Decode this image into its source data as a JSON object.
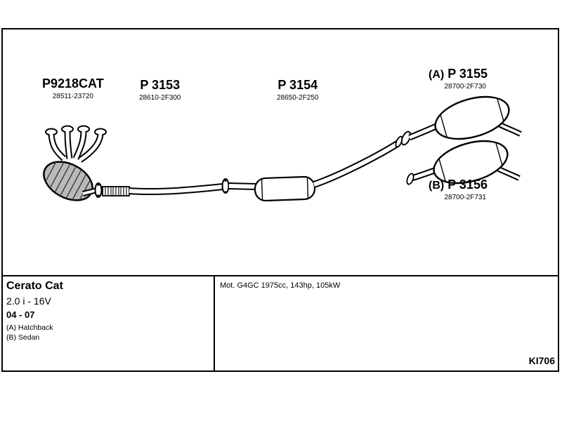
{
  "parts": {
    "cat": {
      "label": "P9218CAT",
      "code": "28511-23720"
    },
    "p3153": {
      "label": "P 3153",
      "code": "28610-2F300"
    },
    "p3154": {
      "label": "P 3154",
      "code": "28650-2F250"
    },
    "p3155": {
      "prefix": "(A)",
      "label": "P 3155",
      "code": "28700-2F730"
    },
    "p3156": {
      "prefix": "(B)",
      "label": "P 3156",
      "code": "28700-2F731"
    }
  },
  "info": {
    "model": "Cerato Cat",
    "engine": "2.0 i - 16V",
    "years": "04 - 07",
    "variant_a": "(A) Hatchback",
    "variant_b": "(B) Sedan",
    "motor": "Mot. G4GC 1975cc, 143hp, 105kW",
    "code": "KI706"
  },
  "colors": {
    "ink": "#000000",
    "background": "#ffffff",
    "catalyst_fill": "#b9b9b9"
  }
}
